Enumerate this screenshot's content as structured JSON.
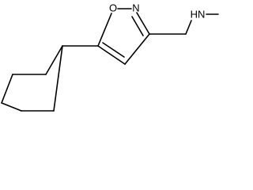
{
  "molecule": {
    "atoms": {
      "ring_oxygen": "O",
      "ring_nitrogen": "N",
      "amine": "HN"
    }
  }
}
